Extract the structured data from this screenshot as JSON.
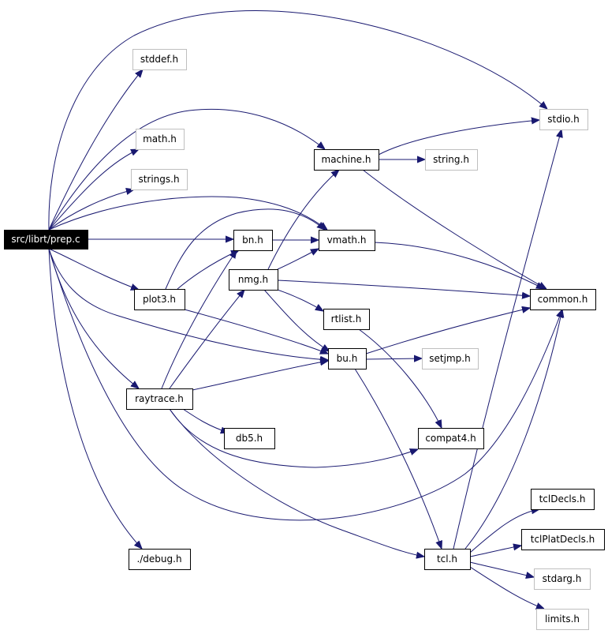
{
  "graph": {
    "root": "src/librt/prep.c",
    "nodes": {
      "prep": "src/librt/prep.c",
      "stddef": "stddef.h",
      "math": "math.h",
      "strings": "strings.h",
      "stdio": "stdio.h",
      "machine": "machine.h",
      "string": "string.h",
      "bn": "bn.h",
      "vmath": "vmath.h",
      "nmg": "nmg.h",
      "plot3": "plot3.h",
      "common": "common.h",
      "rtlist": "rtlist.h",
      "bu": "bu.h",
      "setjmp": "setjmp.h",
      "raytrace": "raytrace.h",
      "db5": "db5.h",
      "compat4": "compat4.h",
      "tclDecls": "tclDecls.h",
      "tclPlatDecls": "tclPlatDecls.h",
      "debug": "./debug.h",
      "tcl": "tcl.h",
      "stdarg": "stdarg.h",
      "limits": "limits.h"
    },
    "node_kinds": {
      "root": [
        "prep"
      ],
      "project": [
        "machine",
        "bn",
        "vmath",
        "nmg",
        "plot3",
        "common",
        "rtlist",
        "bu",
        "raytrace",
        "db5",
        "compat4",
        "tclDecls",
        "tclPlatDecls",
        "debug",
        "tcl"
      ],
      "system": [
        "stddef",
        "math",
        "strings",
        "stdio",
        "string",
        "setjmp",
        "stdarg",
        "limits"
      ]
    },
    "edges": [
      [
        "prep",
        "stddef"
      ],
      [
        "prep",
        "stdio"
      ],
      [
        "prep",
        "math"
      ],
      [
        "prep",
        "strings"
      ],
      [
        "prep",
        "machine"
      ],
      [
        "prep",
        "vmath"
      ],
      [
        "prep",
        "bn"
      ],
      [
        "prep",
        "plot3"
      ],
      [
        "prep",
        "bu"
      ],
      [
        "prep",
        "raytrace"
      ],
      [
        "prep",
        "common"
      ],
      [
        "prep",
        "debug"
      ],
      [
        "machine",
        "stdio"
      ],
      [
        "machine",
        "string"
      ],
      [
        "machine",
        "common"
      ],
      [
        "bn",
        "vmath"
      ],
      [
        "vmath",
        "common"
      ],
      [
        "plot3",
        "bn"
      ],
      [
        "plot3",
        "vmath"
      ],
      [
        "plot3",
        "bu"
      ],
      [
        "nmg",
        "machine"
      ],
      [
        "nmg",
        "vmath"
      ],
      [
        "nmg",
        "common"
      ],
      [
        "nmg",
        "rtlist"
      ],
      [
        "nmg",
        "bu"
      ],
      [
        "rtlist",
        "compat4"
      ],
      [
        "bu",
        "common"
      ],
      [
        "bu",
        "setjmp"
      ],
      [
        "bu",
        "tcl"
      ],
      [
        "raytrace",
        "bn"
      ],
      [
        "raytrace",
        "nmg"
      ],
      [
        "raytrace",
        "bu"
      ],
      [
        "raytrace",
        "db5"
      ],
      [
        "raytrace",
        "compat4"
      ],
      [
        "raytrace",
        "tcl"
      ],
      [
        "tcl",
        "stdio"
      ],
      [
        "tcl",
        "common"
      ],
      [
        "tcl",
        "tclDecls"
      ],
      [
        "tcl",
        "tclPlatDecls"
      ],
      [
        "tcl",
        "stdarg"
      ],
      [
        "tcl",
        "limits"
      ]
    ]
  },
  "colors": {
    "edge": "#191970",
    "project_border": "#000000",
    "system_border": "#bfbfbf",
    "root_fill": "#000000",
    "root_text": "#ffffff"
  }
}
